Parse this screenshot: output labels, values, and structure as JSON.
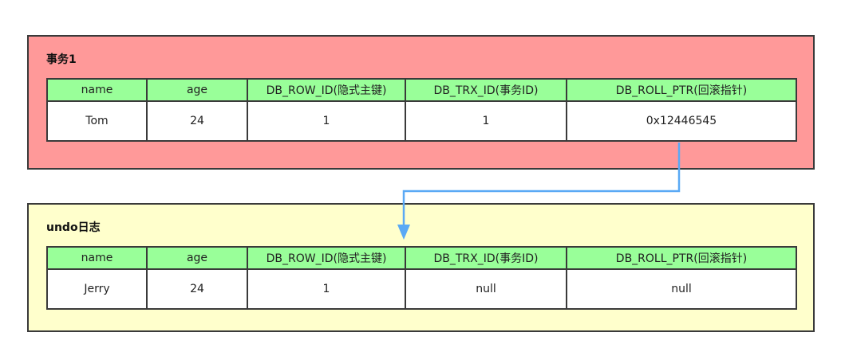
{
  "transaction_record": {
    "title": "事务1",
    "columns": [
      "name",
      "age",
      "DB_ROW_ID(隐式主键)",
      "DB_TRX_ID(事务ID)",
      "DB_ROLL_PTR(回滚指针)"
    ],
    "values": [
      "Tom",
      "24",
      "1",
      "1",
      "0x12446545"
    ]
  },
  "undo_log_record": {
    "title": "undo日志",
    "columns": [
      "name",
      "age",
      "DB_ROW_ID(隐式主键)",
      "DB_TRX_ID(事务ID)",
      "DB_ROLL_PTR(回滚指针)"
    ],
    "values": [
      "Jerry",
      "24",
      "1",
      "null",
      "null"
    ]
  },
  "colors": {
    "transaction_panel": "#ff9999",
    "undo_panel": "#ffffcc",
    "header_cells": "#99ff99",
    "pointer_arrow": "#5aa9f5"
  }
}
